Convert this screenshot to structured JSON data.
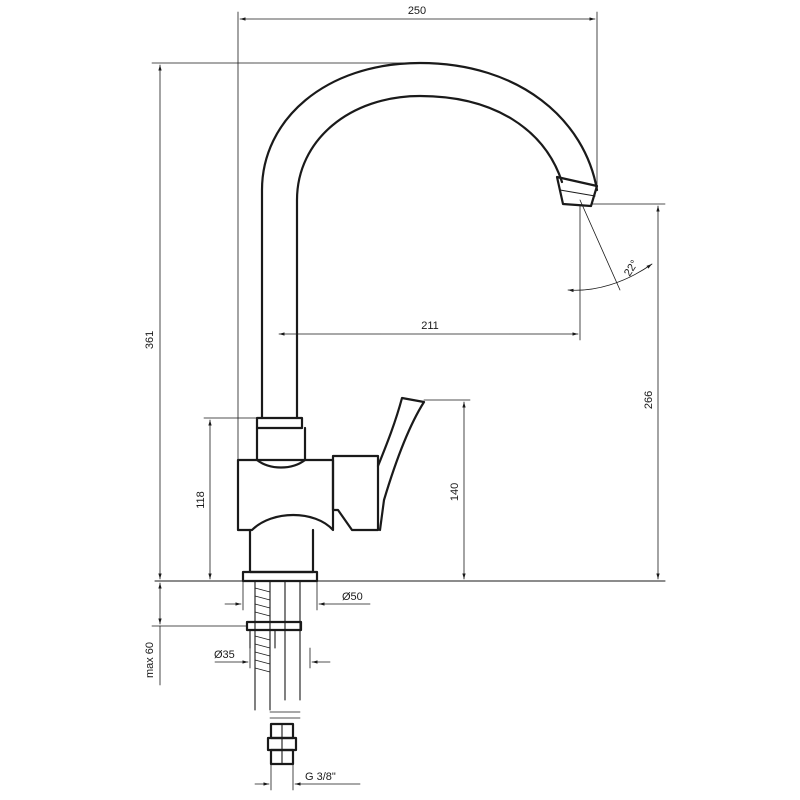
{
  "dimensions": {
    "overall_width": "250",
    "overall_height": "361",
    "spout_reach": "211",
    "spout_angle": "22°",
    "outlet_height": "266",
    "lever_height": "140",
    "body_height": "118",
    "base_diameter": "Ø50",
    "max_deck_thickness": "max 60",
    "shank_diameter": "Ø35",
    "connection_thread": "G 3/8\""
  }
}
